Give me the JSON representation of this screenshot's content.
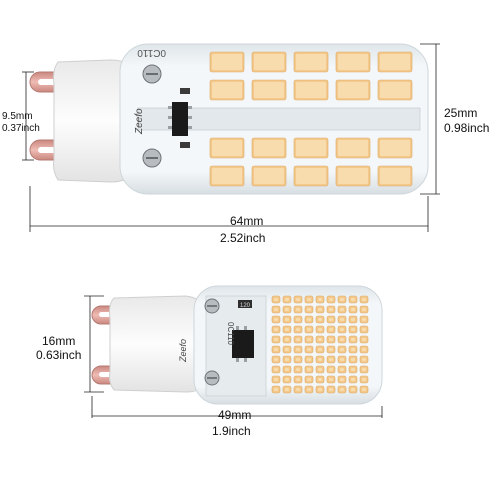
{
  "brand": "Zeefo",
  "voltage_marking": "0C110",
  "voltage_marking_small": "0C110",
  "chip_marking": "120",
  "bulb_large": {
    "height_mm": "25mm",
    "height_inch": "0.98inch",
    "length_mm": "64mm",
    "length_inch": "2.52inch",
    "pin_mm": "9.5mm",
    "pin_inch": "0.37inch"
  },
  "bulb_small": {
    "height_mm": "16mm",
    "height_inch": "0.63inch",
    "length_mm": "49mm",
    "length_inch": "1.9inch"
  },
  "colors": {
    "led_warm": "#f4c98c",
    "led_core": "#f8dcae",
    "silicone": "#eef3f6",
    "base_white": "#f7f7f7",
    "pin_pink": "#dfa39b",
    "pcb_white": "#e9eef1",
    "chip_black": "#1a1a1a",
    "dim_line": "#222222"
  }
}
